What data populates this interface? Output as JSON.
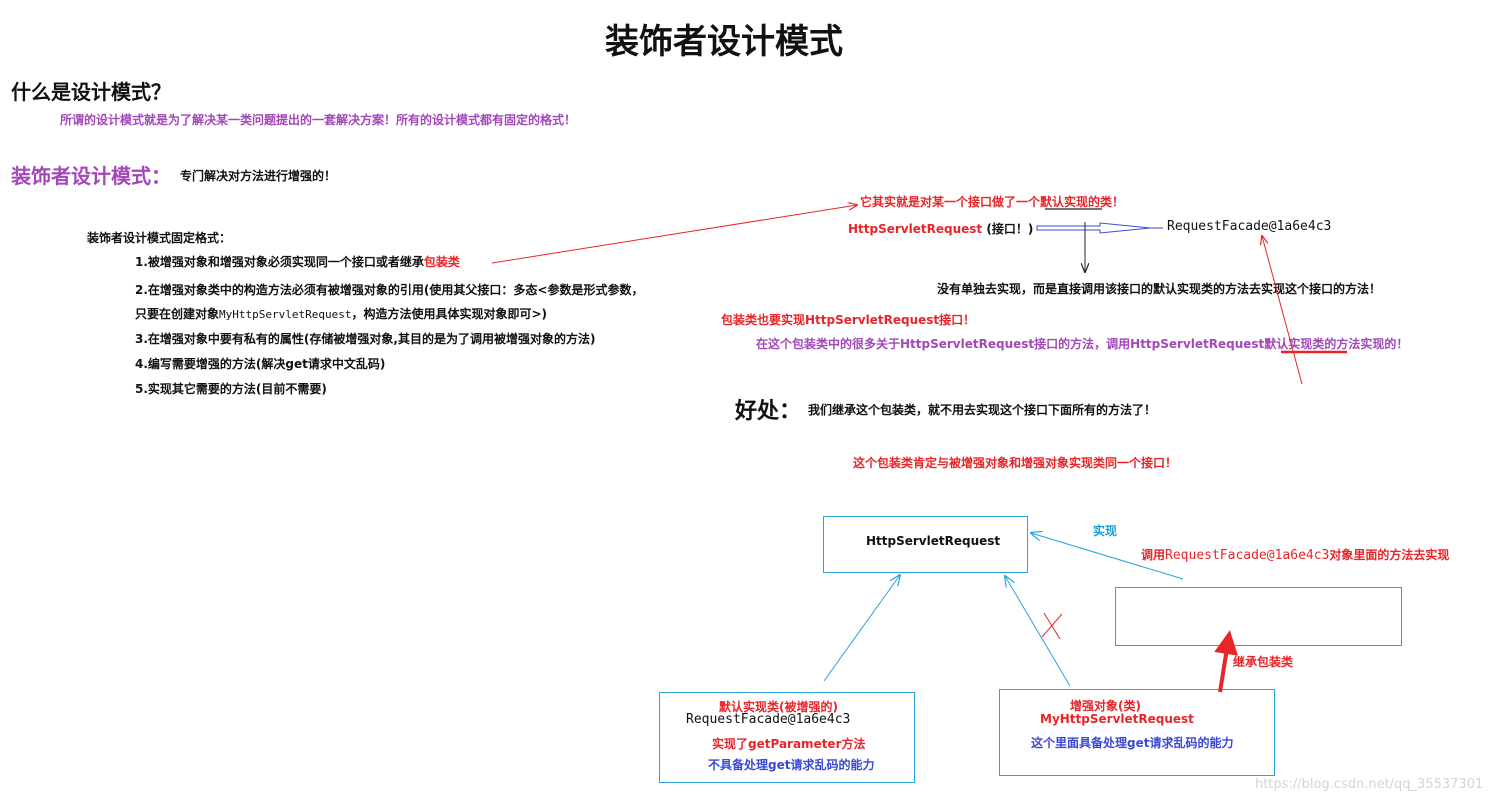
{
  "title": "装饰者设计模式",
  "section1": {
    "heading": "什么是设计模式？",
    "desc": "所谓的设计模式就是为了解决某一类问题提出的一套解决方案！所有的设计模式都有固定的格式！"
  },
  "section2": {
    "heading": "装饰者设计模式：",
    "subtitle": "专门解决对方法进行增强的！",
    "format_title": "装饰者设计模式固定格式：",
    "rule1": "1.被增强对象和增强对象必须实现同一个接口或者继承",
    "rule1_highlight": "包装类",
    "rule2_line1": "2.在增强对象类中的构造方法必须有被增强对象的引用(使用其父接口：多态<参数是形式参数，",
    "rule2_line2_prefix": "只要在创建对象",
    "rule2_line2_code": "MyHttpServletRequest",
    "rule2_line2_suffix": "，构造方法使用具体实现对象即可>)",
    "rule3": "3.在增强对象中要有私有的属性(存储被增强对象,其目的是为了调用被增强对象的方法)",
    "rule4": "4.编写需要增强的方法(解决get请求中文乱码)",
    "rule5": "5.实现其它需要的方法(目前不需要)"
  },
  "right_notes": {
    "note_default_impl": "它其实就是对某一个接口做了一个默认实现的类！",
    "interface_name": "HttpServletRequest",
    "interface_suffix": "(接口！)",
    "facade": "RequestFacade@1a6e4c3",
    "no_direct_impl": "没有单独去实现，而是直接调用该接口的默认实现类的方法去实现这个接口的方法！",
    "wrapper_must": "包装类也要实现HttpServletRequest接口！",
    "wrapper_methods_a": "在这个包装类中的很多关于HttpServletRequest接口的方法，调用HttpServletRequest",
    "wrapper_methods_b": "默认实现类",
    "wrapper_methods_c": "的方法实现的！",
    "benefit_title": "好处：",
    "benefit_text": "我们继承这个包装类，就不用去实现这个接口下面所有的方法了！",
    "same_interface": "这个包装类肯定与被增强对象和增强对象实现类同一个接口！"
  },
  "diagram": {
    "interface_box": "HttpServletRequest",
    "implements_label": "实现",
    "call_prefix": "调用",
    "call_code": "RequestFacade@1a6e4c3",
    "call_suffix": "对象里面的方法去实现",
    "inherit_label": "继承包装类",
    "default_box": {
      "line1": "默认实现类(被增强的)",
      "line2": "RequestFacade@1a6e4c3",
      "line3": "实现了getParameter方法",
      "line4": "不具备处理get请求乱码的能力"
    },
    "enhanced_box": {
      "line1": "增强对象(类)",
      "line2": "MyHttpServletRequest",
      "line3": "这个里面具备处理get请求乱码的能力"
    }
  },
  "watermark": "https://blog.csdn.net/qq_35537301",
  "colors": {
    "red": "#e8262a",
    "purple": "#a347ba",
    "blue": "#3b48d6",
    "cyan": "#1aa0d8"
  }
}
